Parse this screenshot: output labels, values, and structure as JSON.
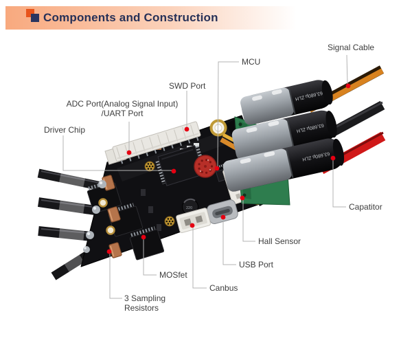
{
  "header": {
    "title": "Components and Construction",
    "accent_orange": "#e8541b",
    "accent_navy": "#2a3560",
    "bar_color": "#f8a97e"
  },
  "callout": {
    "dot_color": "#e60012",
    "line_color": "#b3b3b3"
  },
  "labels": {
    "signal_cable": "Signal Cable",
    "mcu": "MCU",
    "swd": "SWD Port",
    "adc_line1": "ADC Port(Analog Signal Input)",
    "adc_line2": "/UART Port",
    "driver_chip": "Driver Chip",
    "capacitor": "Capatitor",
    "hall_sensor": "Hall Sensor",
    "usb_port": "USB Port",
    "canbus": "Canbus",
    "mosfet": "MOSfet",
    "sampling_line1": "3 Sampling",
    "sampling_line2": "Resistors"
  },
  "photo": {
    "capacitor_marking": "63,680µ ZLH",
    "inductor_marking": "220"
  }
}
